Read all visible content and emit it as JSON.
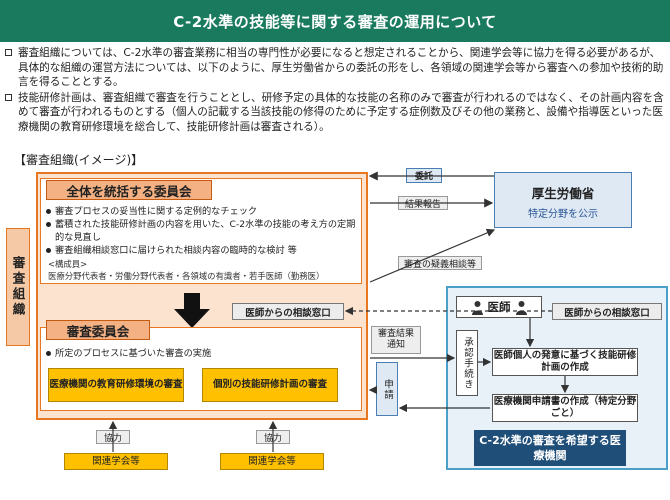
{
  "title": "C-2水準の技能等に関する審査の運用について",
  "bullets": [
    "審査組織については、C-2水準の審査業務に相当の専門性が必要になると想定されることから、関連学会等に協力を得る必要があるが、具体的な組織の運営方法については、以下のように、厚生労働省からの委託の形をし、各領域の関連学会等から審査への参加や技術的助言を得ることとする。",
    "技能研修計画は、審査組織で審査を行うこととし、研修予定の具体的な技能の名称のみで審査が行われるのではなく、その計画内容を含めて審査が行われるものとする（個人の記載する当該技能の修得のために予定する症例数及びその他の業務と、設備や指導医といった医療機関の教育研修環境を総合して、技能研修計画は審査される）。"
  ],
  "section_label": "【審査組織(イメージ)】",
  "side_label": "審査組織",
  "top_committee": {
    "title": "全体を統括する委員会",
    "items": [
      "審査プロセスの妥当性に関する定例的なチェック",
      "蓄積された技能研修計画の内容を用いた、C-2水準の技能の考え方の定期的な見直し",
      "審査組織相談窓口に届けられた相談内容の臨時的な検討 等"
    ],
    "members_label": "<構成員>",
    "members": "医療分野代表者・労働分野代表者・各領域の有識者・若手医師（勤務医）"
  },
  "review_committee": {
    "title": "審査委員会",
    "item": "所定のプロセスに基づいた審査の実施",
    "box1": "医療機関の教育研修環境の審査",
    "box2": "個別の技能研修計画の審査"
  },
  "consult_window": "医師からの相談窓口",
  "cooperation": "協力",
  "societies": "関連学会等",
  "mhlw": {
    "title": "厚生労働省",
    "sub": "特定分野を公示"
  },
  "labels": {
    "commission": "委託",
    "report": "結果報告",
    "inquiry": "審査の疑義相談等",
    "result_notice": "審査結果通知",
    "approval_proc": "承認手続き",
    "application": "申請"
  },
  "doctor": "医師",
  "doctor_consult": "医師からの相談窓口",
  "plan_create": "医師個人の発意に基づく技能研修計画の作成",
  "app_create": "医療機関申請書の作成（特定分野ごと）",
  "hospital": "C-2水準の審査を希望する医療機関"
}
